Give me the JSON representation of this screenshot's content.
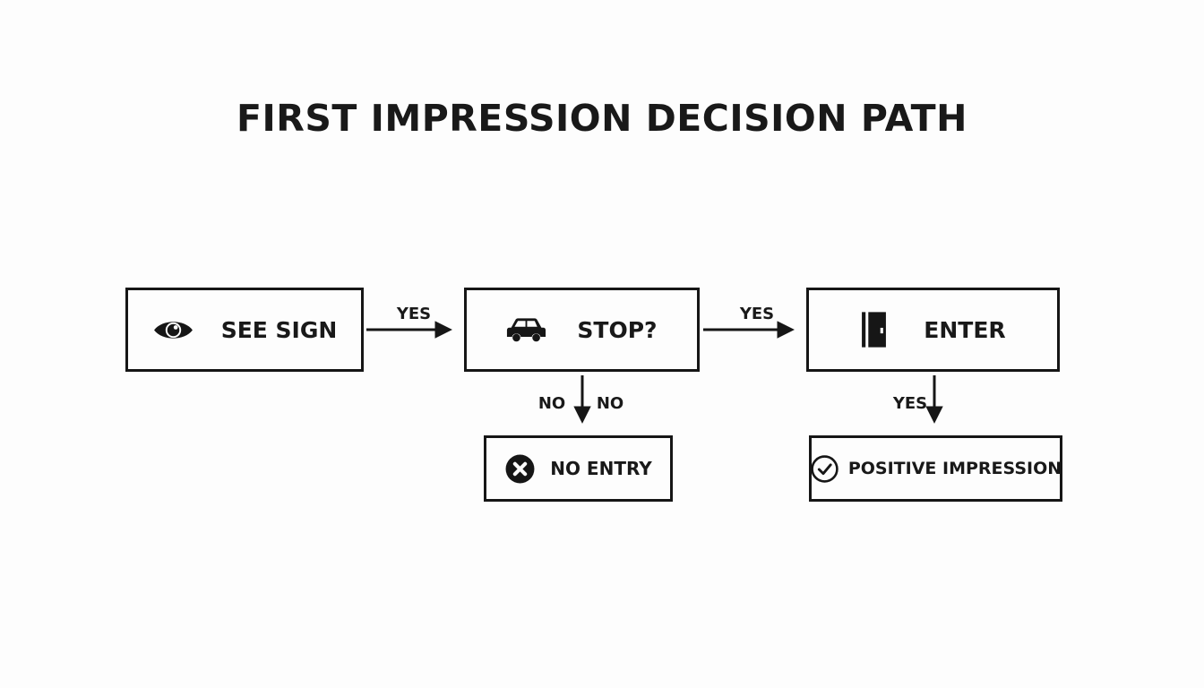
{
  "title": "FIRST IMPRESSION DECISION PATH",
  "nodes": {
    "see_sign": {
      "label": "SEE SIGN",
      "icon": "eye-icon"
    },
    "stop": {
      "label": "STOP?",
      "icon": "car-icon"
    },
    "enter": {
      "label": "ENTER",
      "icon": "door-icon"
    },
    "no_entry": {
      "label": "NO ENTRY",
      "icon": "circle-x-icon"
    },
    "positive_impression": {
      "label": "POSITIVE IMPRESSION",
      "icon": "circle-check-icon"
    }
  },
  "edges": {
    "see_sign_to_stop": {
      "label": "YES"
    },
    "stop_to_enter": {
      "label": "YES"
    },
    "stop_to_no_entry": {
      "label_left": "NO",
      "label_right": "NO"
    },
    "enter_to_positive_impression": {
      "label": "YES"
    }
  },
  "colors": {
    "ink": "#1a1a1a",
    "background": "#fdfdfd"
  }
}
